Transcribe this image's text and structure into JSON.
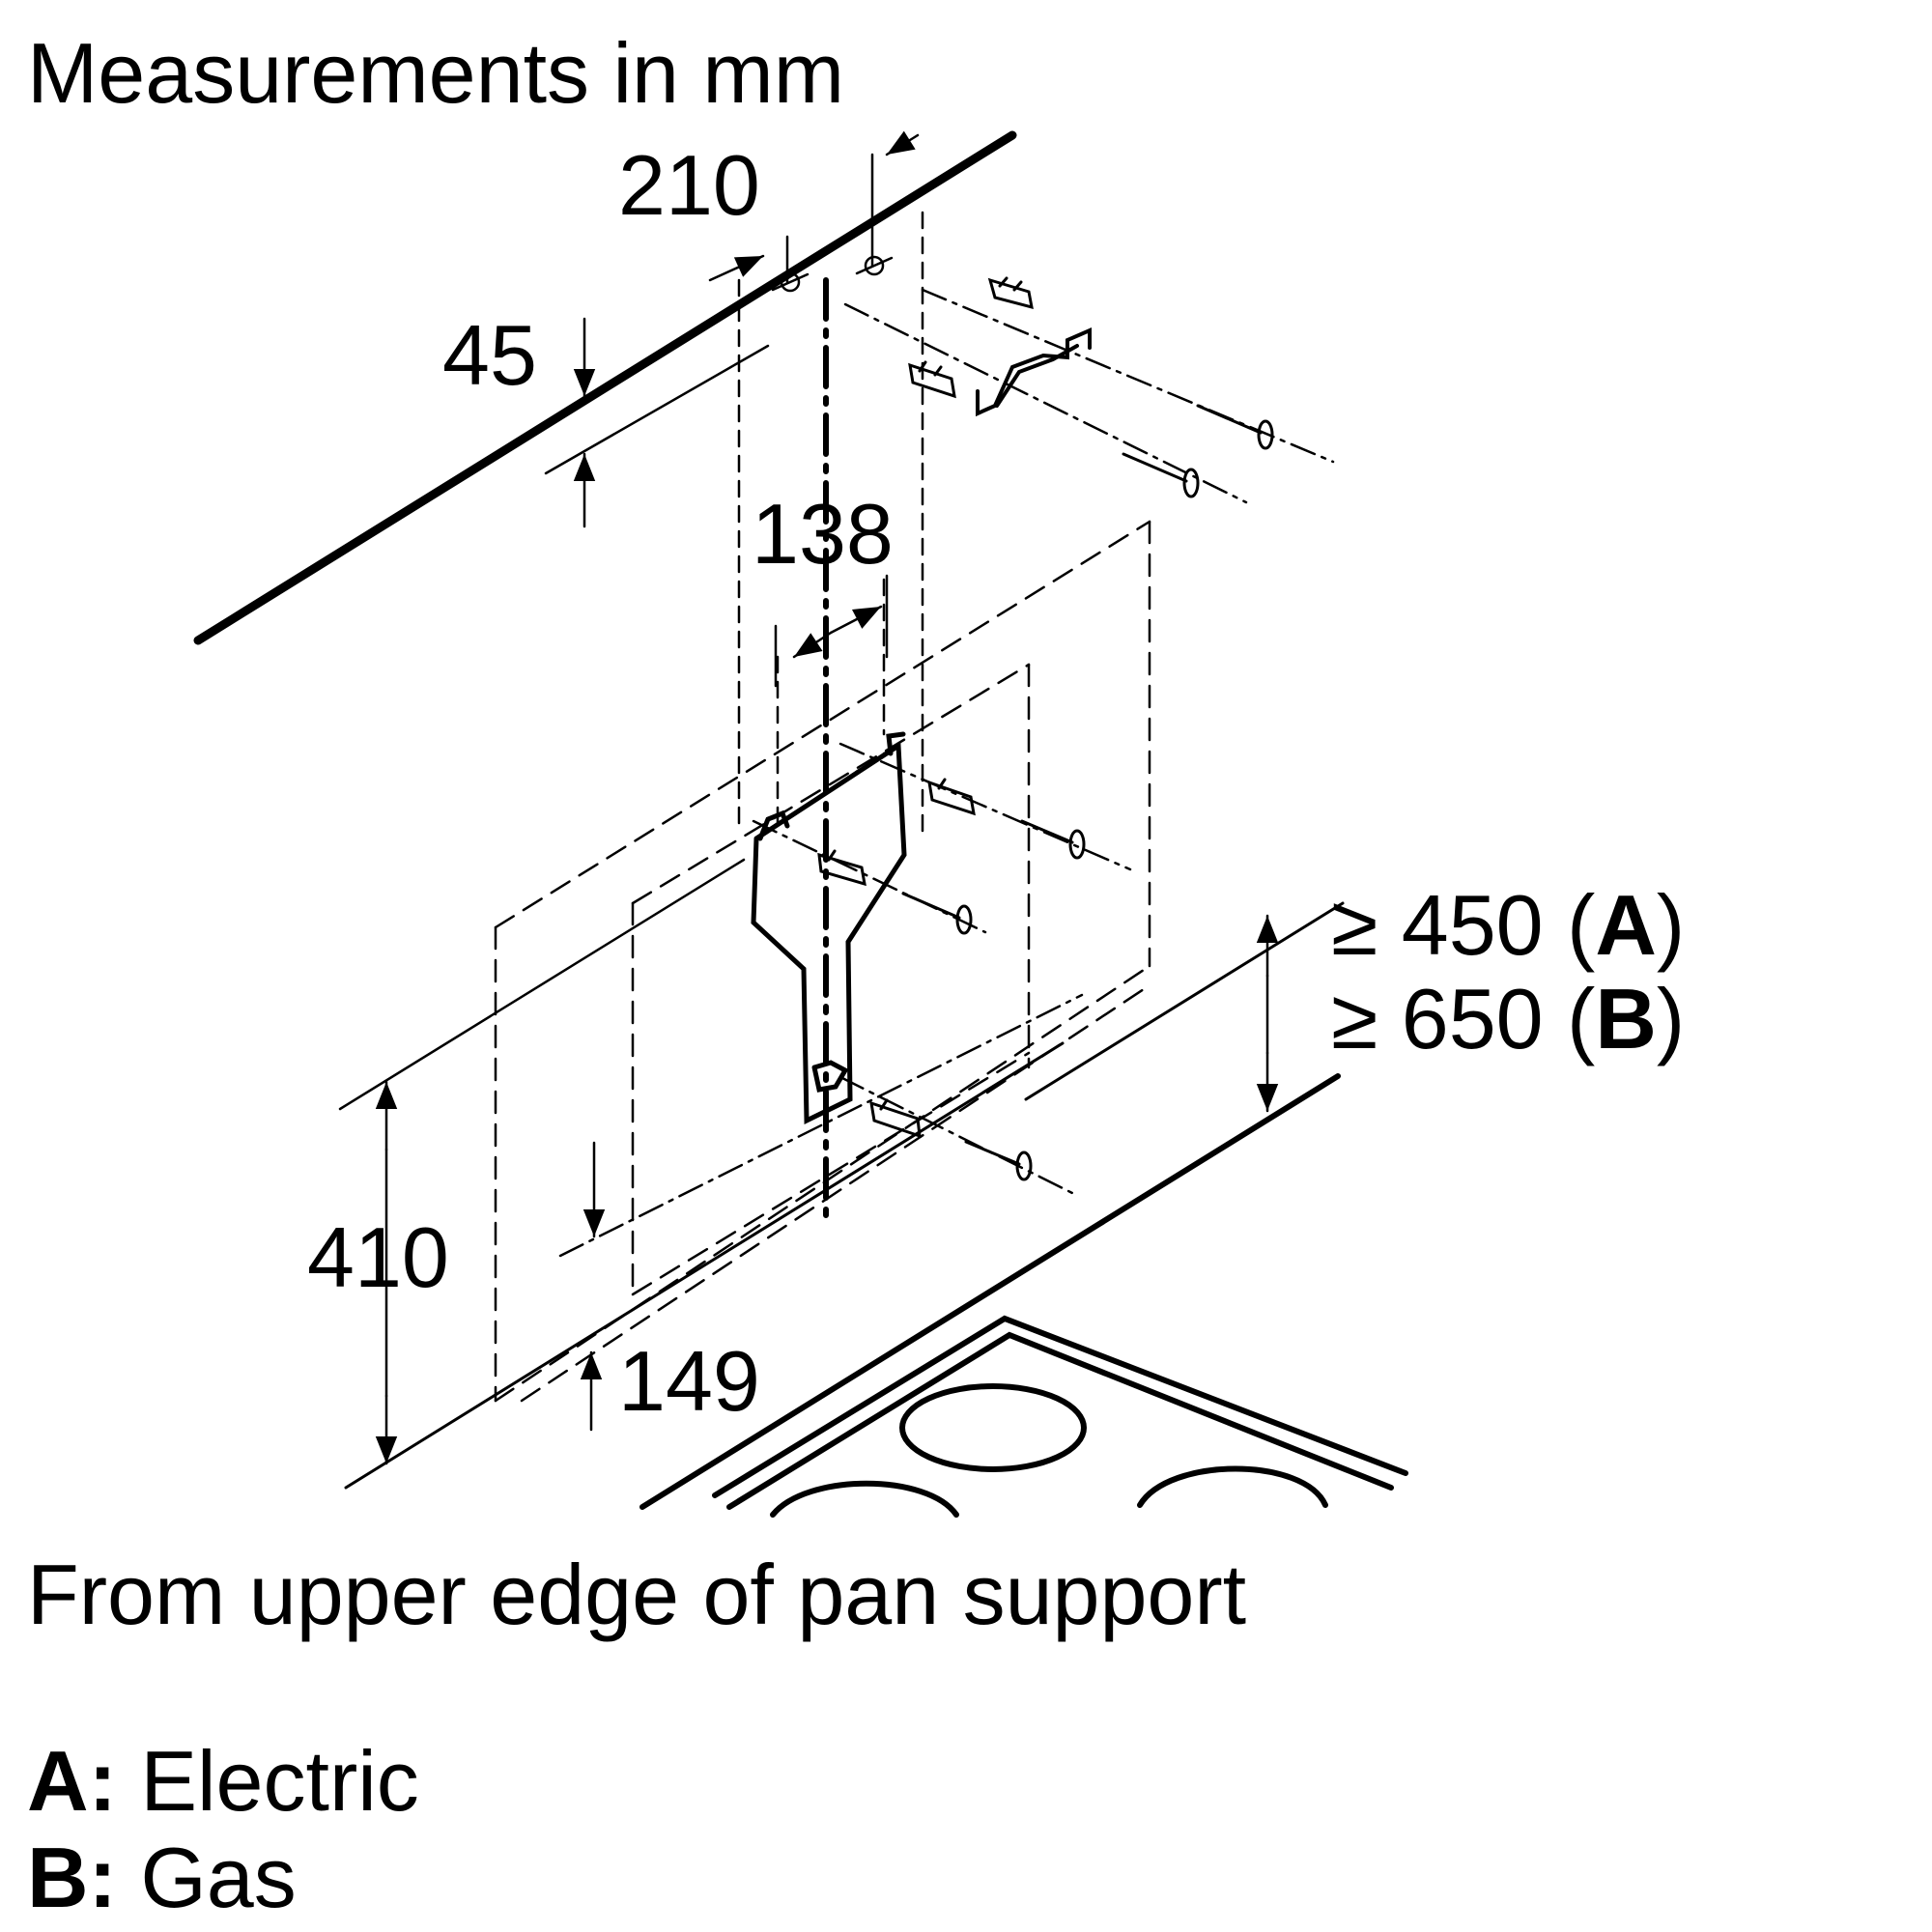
{
  "title": "Measurements in mm",
  "dimensions": {
    "d210": "210",
    "d45": "45",
    "d138": "138",
    "d410": "410",
    "d149": "149",
    "req_a": "≥ 450 (A)",
    "req_b": "≥ 650 (B)"
  },
  "requirements": [
    {
      "symbol": "≥",
      "value": "450",
      "letter": "A"
    },
    {
      "symbol": "≥",
      "value": "650",
      "letter": "B"
    }
  ],
  "note": "From upper edge of pan support",
  "legend": [
    {
      "key": "A:",
      "label": "Electric"
    },
    {
      "key": "B:",
      "label": "Gas"
    }
  ]
}
